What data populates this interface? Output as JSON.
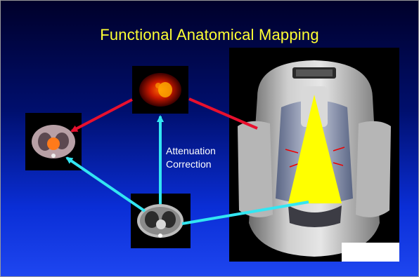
{
  "slide": {
    "title": "Functional Anatomical Mapping",
    "annotation": {
      "line1": "Attenuation",
      "line2": "Correction"
    },
    "colors": {
      "title": "#ffff33",
      "ct_arrows": "#33e6f2",
      "pet_arrows": "#e8102e",
      "cone": "#ffff00"
    }
  }
}
